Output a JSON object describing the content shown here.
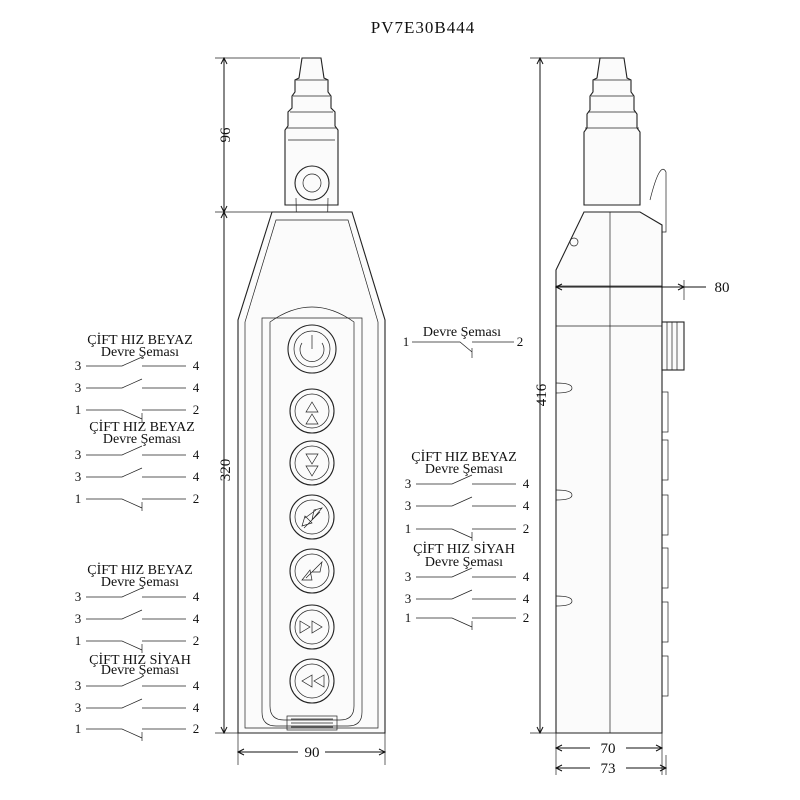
{
  "title": "PV7E30B444",
  "dimensions": {
    "cable_gland_height": "96",
    "body_height": "320",
    "total_height": "416",
    "body_width": "90",
    "button_depth": "80",
    "side_depth": "70",
    "side_depth_total": "73"
  },
  "schemas": {
    "top_center": {
      "title": "Devre Şeması",
      "term_left": "1",
      "term_right": "2"
    },
    "left_1": {
      "title": "ÇİFT HIZ BEYAZ",
      "subtitle": "Devre Şeması",
      "rows": [
        {
          "left": "3",
          "right": "4"
        },
        {
          "left": "3",
          "right": "4"
        },
        {
          "left": "1",
          "right": "2"
        }
      ]
    },
    "left_2": {
      "title": "ÇİFT HIZ BEYAZ",
      "subtitle": "Devre Şeması",
      "rows": [
        {
          "left": "3",
          "right": "4"
        },
        {
          "left": "3",
          "right": "4"
        },
        {
          "left": "1",
          "right": "2"
        }
      ]
    },
    "left_3": {
      "title": "ÇİFT HIZ BEYAZ",
      "subtitle": "Devre Şeması",
      "rows": [
        {
          "left": "3",
          "right": "4"
        },
        {
          "left": "3",
          "right": "4"
        },
        {
          "left": "1",
          "right": "2"
        }
      ]
    },
    "left_4": {
      "title": "ÇİFT HIZ SİYAH",
      "subtitle": "Devre Şeması",
      "rows": [
        {
          "left": "3",
          "right": "4"
        },
        {
          "left": "3",
          "right": "4"
        },
        {
          "left": "1",
          "right": "2"
        }
      ]
    },
    "right_1": {
      "title": "ÇİFT HIZ BEYAZ",
      "subtitle": "Devre Şeması",
      "rows": [
        {
          "left": "3",
          "right": "4"
        },
        {
          "left": "3",
          "right": "4"
        },
        {
          "left": "1",
          "right": "2"
        }
      ]
    },
    "right_2": {
      "title": "ÇİFT HIZ SİYAH",
      "subtitle": "Devre Şeması",
      "rows": [
        {
          "left": "3",
          "right": "4"
        },
        {
          "left": "3",
          "right": "4"
        },
        {
          "left": "1",
          "right": "2"
        }
      ]
    }
  },
  "buttons": [
    {
      "icon": "double-arrow-up-icon"
    },
    {
      "icon": "double-arrow-down-icon"
    },
    {
      "icon": "double-arrow-diagonal-up-right-icon"
    },
    {
      "icon": "double-arrow-diagonal-down-left-icon"
    },
    {
      "icon": "double-arrow-right-icon"
    },
    {
      "icon": "double-arrow-left-icon"
    }
  ]
}
